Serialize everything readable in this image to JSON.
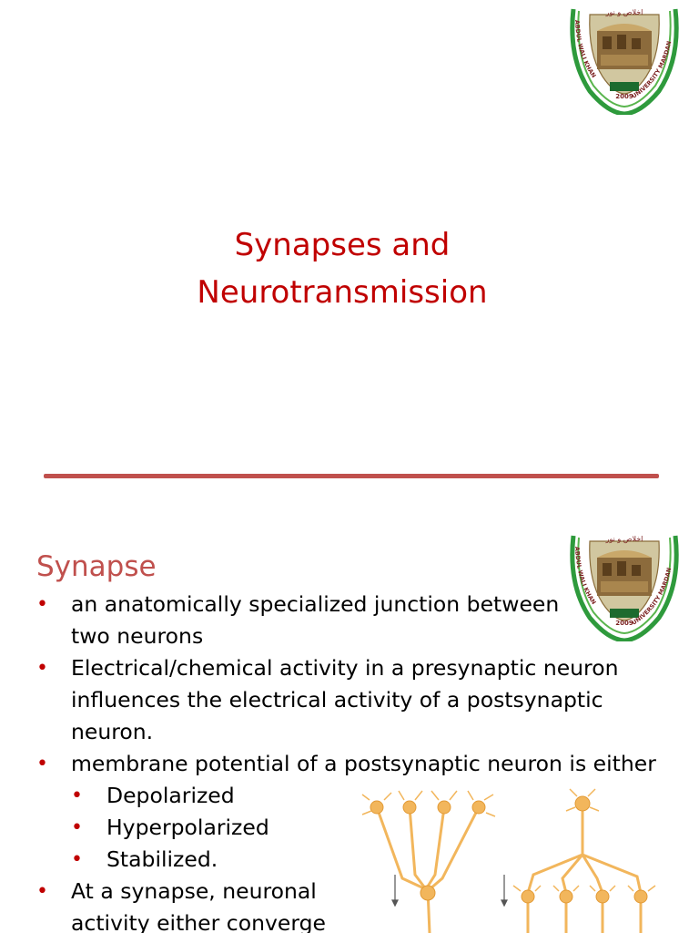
{
  "slide1": {
    "title_line1": "Synapses and",
    "title_line2": "Neurotransmission"
  },
  "logo": {
    "name_left": "ABDUL WALI KHAN",
    "name_right": "UNIVERSITY MARDAN",
    "year": "2009",
    "motto": "اخلاص و نور"
  },
  "slide2": {
    "heading": "Synapse",
    "bullets": [
      {
        "line1": "an anatomically specialized junction between",
        "line2": "two neurons"
      },
      {
        "line1": "Electrical/chemical activity in a presynaptic neuron",
        "line2": "influences the electrical activity of a postsynaptic",
        "line3": "neuron."
      },
      {
        "line1": "membrane potential of a postsynaptic neuron is either"
      }
    ],
    "subbullets": [
      "Depolarized",
      "Hyperpolarized",
      "Stabilized."
    ],
    "bullet4": {
      "line1": "At a synapse, neuronal",
      "line2": "activity either converge"
    }
  },
  "colors": {
    "title": "#c00000",
    "heading": "#c0504d",
    "bullet": "#c00000",
    "divider": "#c0504d",
    "neuron": "#f2b65c",
    "logo_green": "#2e9a3c"
  }
}
